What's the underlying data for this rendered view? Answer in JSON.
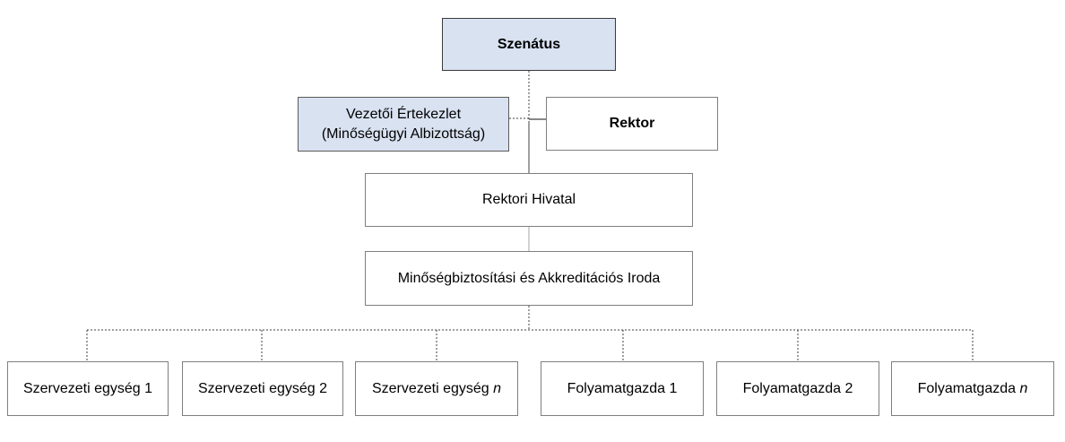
{
  "nodes": {
    "senate": "Szenátus",
    "leadership_line1": "Vezetői Értekezlet",
    "leadership_line2": "(Minőségügyi Albizottság)",
    "rector": "Rektor",
    "rector_office": "Rektori Hivatal",
    "qa_office": "Minőségbiztosítási és Akkreditációs Iroda",
    "units": [
      {
        "text": "Szervezeti egység 1",
        "suffix": ""
      },
      {
        "text": "Szervezeti egység 2",
        "suffix": ""
      },
      {
        "text": "Szervezeti egység ",
        "suffix": "n"
      },
      {
        "text": "Folyamatgazda 1",
        "suffix": ""
      },
      {
        "text": "Folyamatgazda 2",
        "suffix": ""
      },
      {
        "text": "Folyamatgazda ",
        "suffix": "n"
      }
    ]
  },
  "colors": {
    "highlight_fill": "#d9e2f1",
    "box_border": "#7f7f7f",
    "connector": "#404040"
  }
}
